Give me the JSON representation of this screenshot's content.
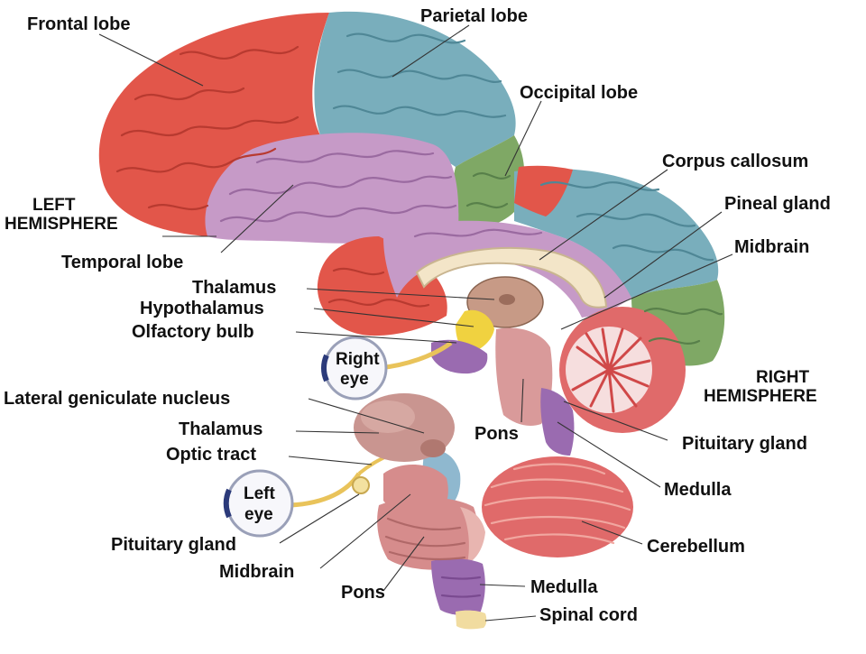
{
  "colors": {
    "frontal": "#e2564a",
    "parietal": "#79aebc",
    "occipital": "#7fa865",
    "temporal": "#c69ac7",
    "cerebellum": "#e06a6a",
    "brainstem": "#c88a8a",
    "medulla": "#9a6bb0",
    "thalamus": "#c99590",
    "pituitary": "#f0d240"
  },
  "labels": {
    "frontal_lobe": "Frontal lobe",
    "parietal_lobe": "Parietal lobe",
    "occipital_lobe": "Occipital lobe",
    "corpus_callosum": "Corpus callosum",
    "pineal_gland": "Pineal gland",
    "midbrain_top": "Midbrain",
    "left_hemisphere_1": "LEFT",
    "left_hemisphere_2": "HEMISPHERE",
    "temporal_lobe": "Temporal lobe",
    "thalamus_top": "Thalamus",
    "hypothalamus": "Hypothalamus",
    "olfactory_bulb": "Olfactory bulb",
    "right_eye_1": "Right",
    "right_eye_2": "eye",
    "right_hemisphere_1": "RIGHT",
    "right_hemisphere_2": "HEMISPHERE",
    "lateral_geniculate": "Lateral geniculate nucleus",
    "thalamus_bottom": "Thalamus",
    "optic_tract": "Optic tract",
    "pons_mid": "Pons",
    "pituitary_right": "Pituitary gland",
    "medulla_mid": "Medulla",
    "left_eye_1": "Left",
    "left_eye_2": "eye",
    "pituitary_left": "Pituitary gland",
    "midbrain_bottom": "Midbrain",
    "cerebellum": "Cerebellum",
    "pons_bottom": "Pons",
    "medulla_bottom": "Medulla",
    "spinal_cord": "Spinal cord"
  }
}
